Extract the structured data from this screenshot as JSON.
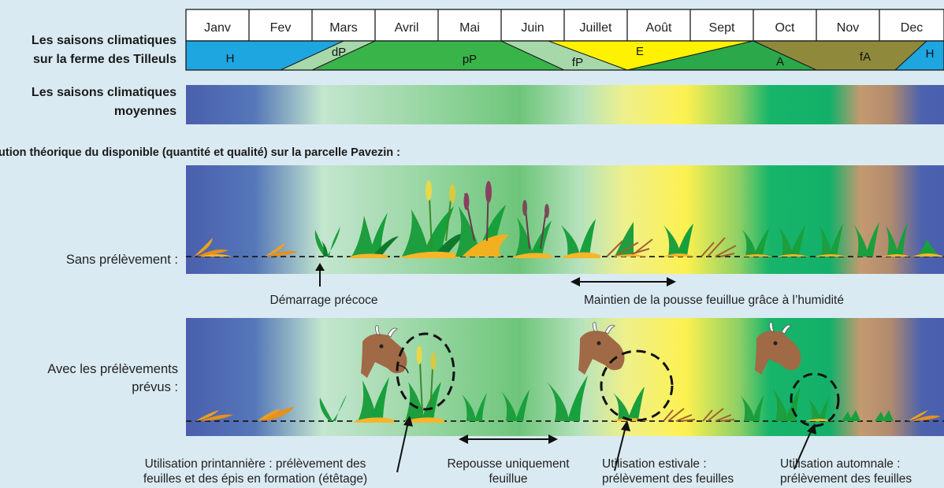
{
  "colors": {
    "background": "#daeaf2",
    "hiver": "#1ea6e0",
    "debut_printemps": "#a6d8aa",
    "plein_printemps": "#39b449",
    "fin_printemps": "#a6d8aa",
    "ete": "#fff200",
    "automne": "#2aa84a",
    "fin_automne": "#8f8a3b"
  },
  "header": {
    "months": [
      "Janv",
      "Fev",
      "Mars",
      "Avril",
      "Mai",
      "Juin",
      "Juillet",
      "Août",
      "Sept",
      "Oct",
      "Nov",
      "Dec"
    ]
  },
  "rows": {
    "farm_label_line1": "Les saisons climatiques",
    "farm_label_line2": "sur la ferme des Tilleuls",
    "avg_label_line1": "Les saisons climatiques",
    "avg_label_line2": "moyennes"
  },
  "seasons": {
    "h_start": "H",
    "dp": "dP",
    "pp": "pP",
    "fp": "fP",
    "e": "E",
    "a": "A",
    "fa": "fA",
    "h_end": "H"
  },
  "section_title": "lution théorique du disponible (quantité et qualité) sur la parcelle Pavezin :",
  "panel1": {
    "label": "Sans prélèvement :",
    "note_early": "Démarrage précoce",
    "note_humidity": "Maintien de la pousse feuillue grâce à l’humidité"
  },
  "panel2": {
    "label_line1": "Avec les prélèvements",
    "label_line2": "prévus :",
    "note_spring_line1": "Utilisation printannière : prélèvement des",
    "note_spring_line2": "feuilles et des épis en formation (étêtage)",
    "note_regrowth_line1": "Repousse uniquement",
    "note_regrowth_line2": "feuillue",
    "note_summer_line1": "Utilisation estivale :",
    "note_summer_line2": "prélèvement des feuilles",
    "note_autumn_line1": "Utilisation automnale :",
    "note_autumn_line2": "prélèvement des feuilles"
  }
}
